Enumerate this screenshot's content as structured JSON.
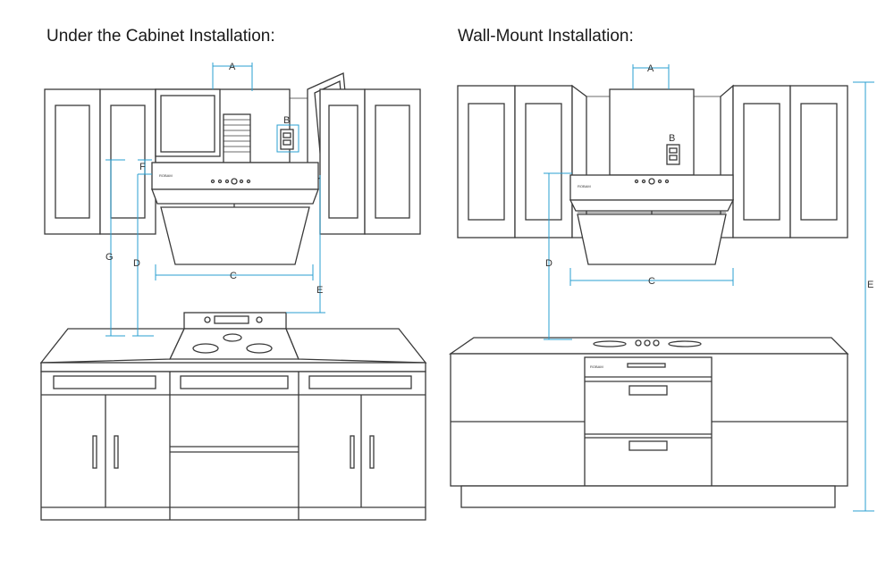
{
  "titles": {
    "under_cabinet": "Under the Cabinet Installation:",
    "wall_mount": "Wall-Mount Installation:"
  },
  "labels": {
    "A": "A",
    "B": "B",
    "C": "C",
    "D": "D",
    "E": "E",
    "F": "F",
    "G": "G"
  },
  "colors": {
    "dimension_line": "#2a9fd0",
    "outline": "#3a3a3a"
  }
}
